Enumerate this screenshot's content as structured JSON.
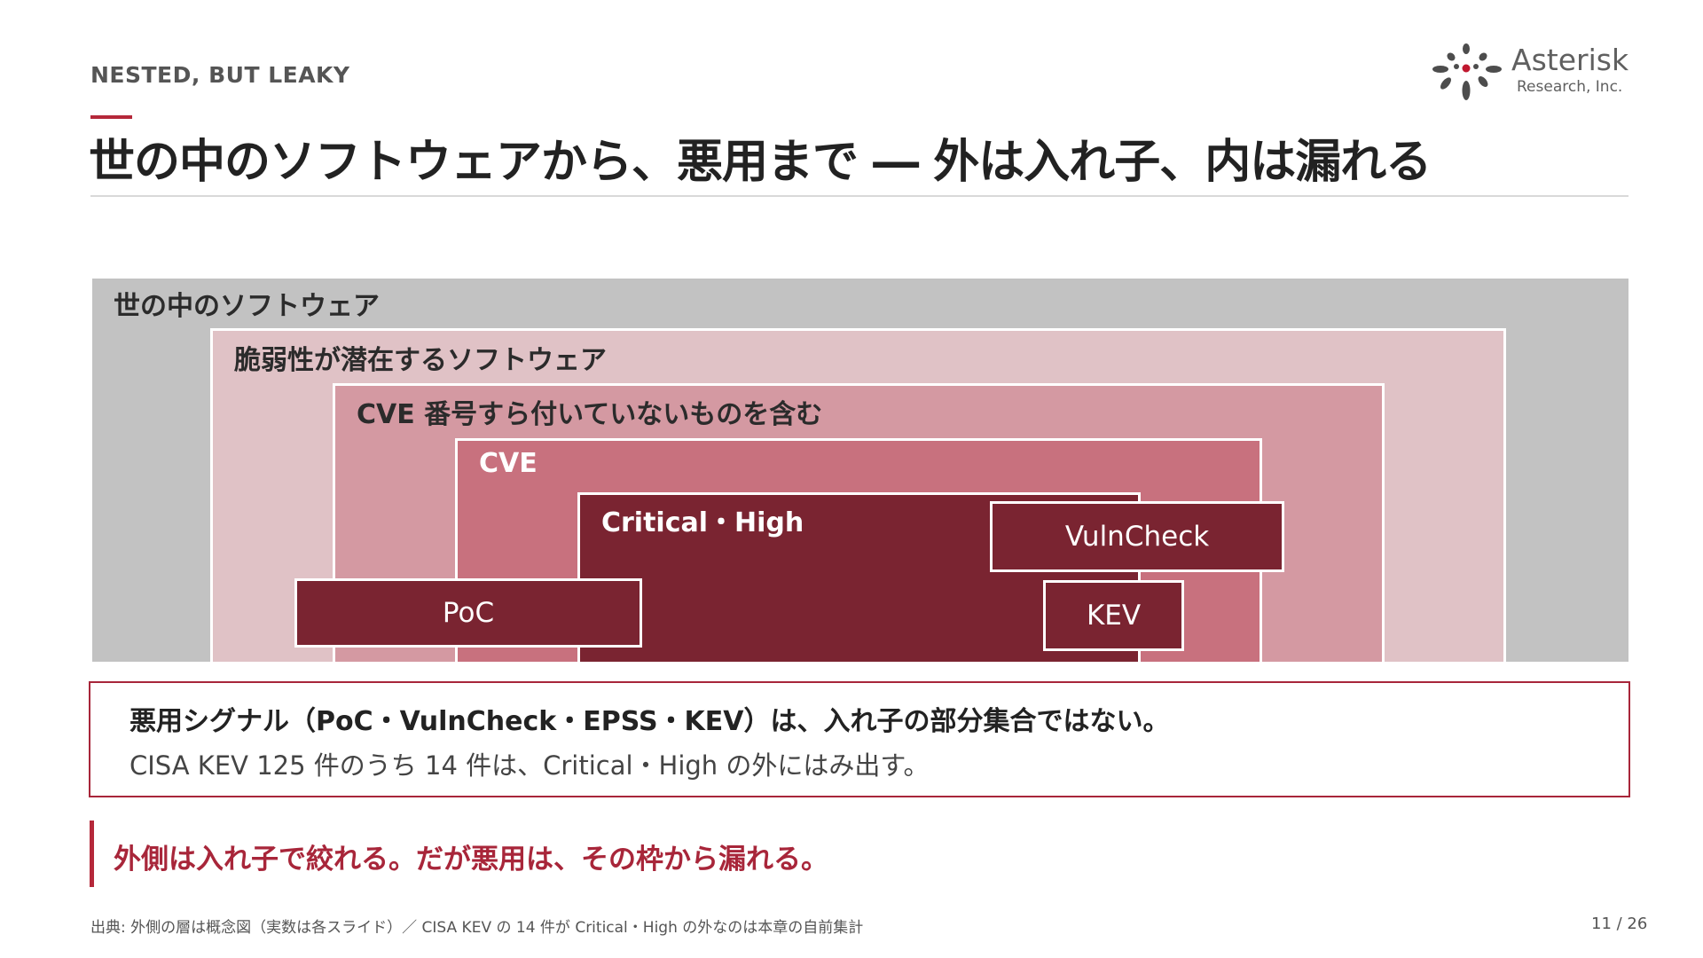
{
  "header": {
    "eyebrow": "NESTED, BUT LEAKY",
    "title": "世の中のソフトウェアから、悪用まで ― 外は入れ子、内は漏れる"
  },
  "logo": {
    "name": "Asterisk",
    "subtitle": "Research, Inc.",
    "colors": {
      "mark": "#4d4d4d",
      "mark_accent": "#c0182f",
      "text": "#606060"
    }
  },
  "diagram": {
    "layers": [
      {
        "label": "世の中のソフトウェア",
        "color": "#c2c2c2"
      },
      {
        "label": "脆弱性が潜在するソフトウェア",
        "color": "#e0c2c6"
      },
      {
        "label": "CVE 番号すら付いていないものを含む",
        "color": "#d499a2"
      },
      {
        "label": "CVE",
        "color": "#c8717e"
      },
      {
        "label": "Critical・High",
        "color": "#7a2431"
      }
    ],
    "signals": {
      "poc": "PoC",
      "vulncheck": "VulnCheck",
      "kev": "KEV"
    }
  },
  "callout": {
    "heading": "悪用シグナル（PoC・VulnCheck・EPSS・KEV）は、入れ子の部分集合ではない。",
    "body": "CISA KEV 125 件のうち 14 件は、Critical・High の外にはみ出す。"
  },
  "tagline": "外側は入れ子で絞れる。だが悪用は、その枠から漏れる。",
  "footer": {
    "source": "出典: 外側の層は概念図（実数は各スライド）／ CISA KEV の 14 件が Critical・High の外なのは本章の自前集計",
    "page": "11 / 26"
  },
  "colors": {
    "accent": "#b5283a",
    "dark_red": "#7a2431"
  }
}
